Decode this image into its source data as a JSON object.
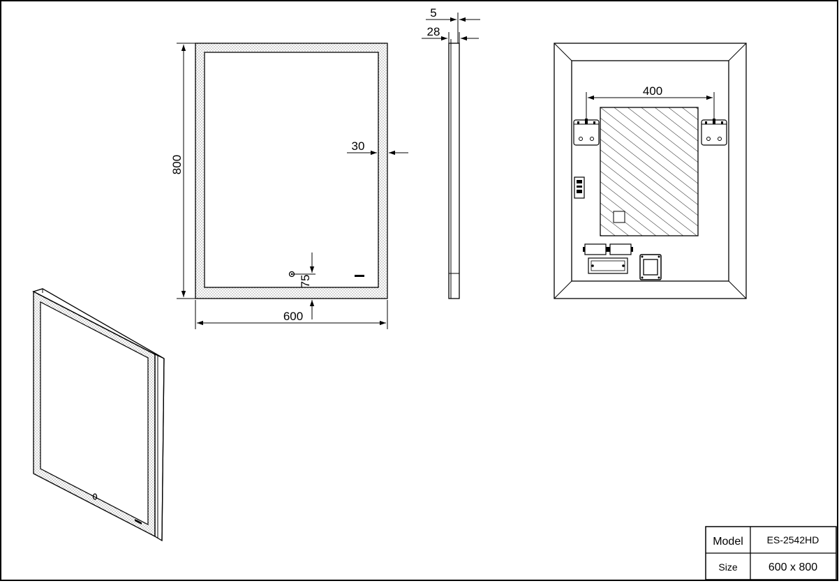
{
  "dimensions": {
    "height": "800",
    "width": "600",
    "frame_width": "30",
    "button_offset": "75",
    "glass_thickness": "5",
    "total_depth": "28",
    "bracket_spacing": "400"
  },
  "title_block": {
    "model_label": "Model",
    "model_value": "ES-2542HD",
    "size_label": "Size",
    "size_value": "600 x 800"
  },
  "colors": {
    "line": "#000000",
    "background": "#ffffff"
  }
}
